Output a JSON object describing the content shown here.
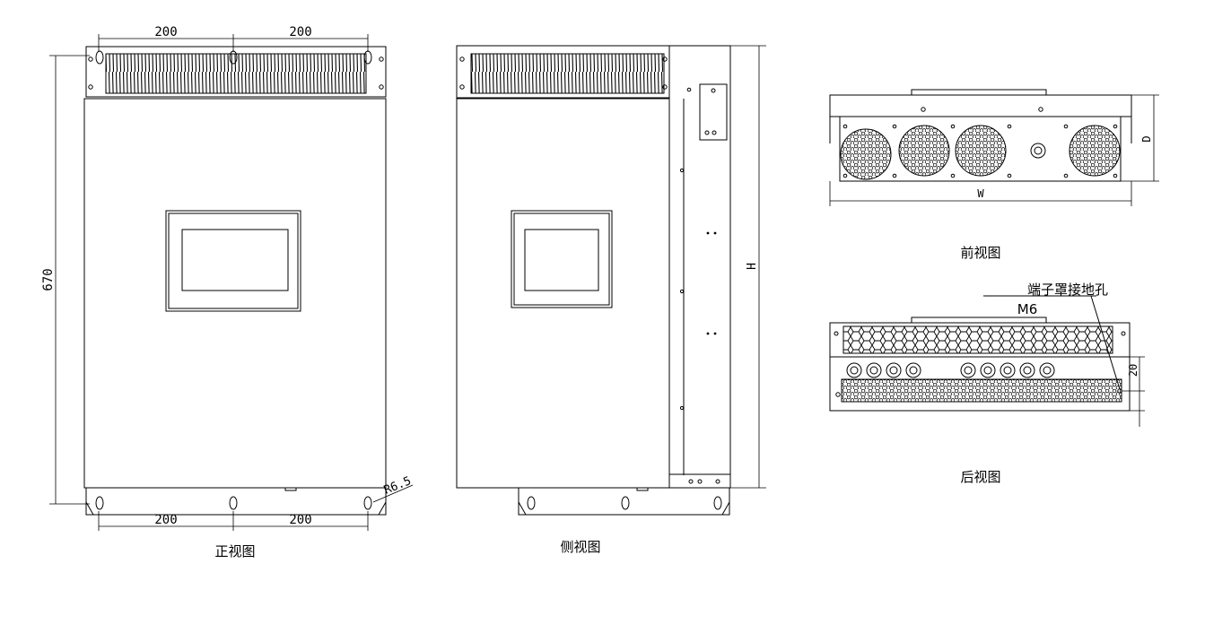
{
  "views": {
    "front": {
      "caption": "正视图"
    },
    "side": {
      "caption": "侧视图"
    },
    "top": {
      "caption": "前视图"
    },
    "back": {
      "caption": "后视图"
    }
  },
  "dimensions": {
    "top_left_span": "200",
    "top_right_span": "200",
    "bottom_left_span": "200",
    "bottom_right_span": "200",
    "overall_height": "670",
    "corner_radius": "R6.5",
    "side_height": "H",
    "top_depth": "D",
    "top_width": "W",
    "back_offset": "20"
  },
  "annotations": {
    "ground_hole_label": "端子罩接地孔",
    "ground_hole_size": "M6"
  },
  "colors": {
    "line": "#000000",
    "background": "#ffffff"
  }
}
